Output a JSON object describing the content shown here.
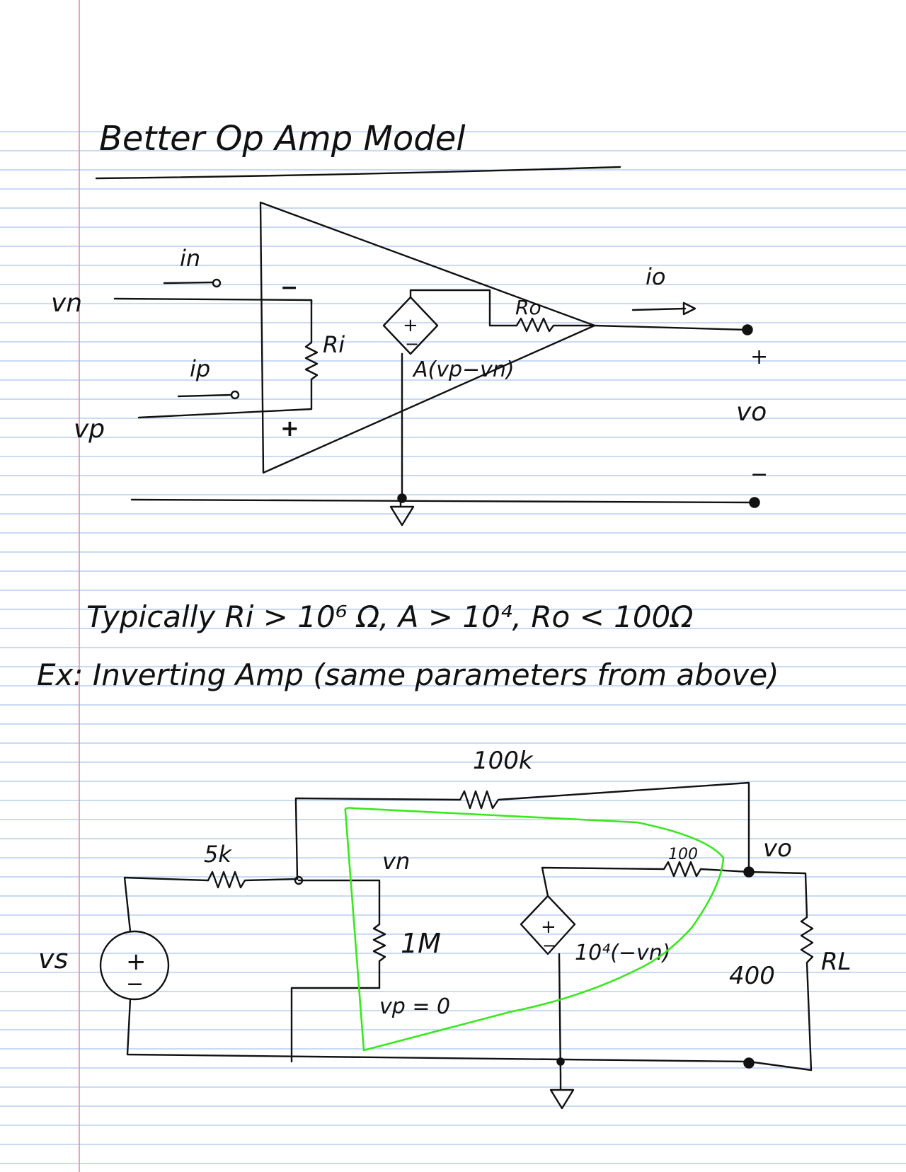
{
  "colors": {
    "paper": "#ffffff",
    "ruled_line": "#a8c4ee",
    "margin_line": "#e88aa4",
    "ink": "#111111",
    "highlight": "#39e81e"
  },
  "title": "Better Op Amp Model",
  "model_diagram": {
    "labels": {
      "vn": "vn",
      "vp": "vp",
      "in": "in",
      "ip": "ip",
      "minus_input": "−",
      "plus_input": "+",
      "ri": "Ri",
      "ro": "Ro",
      "source_plus": "+",
      "source_minus": "−",
      "gain_expr": "A(vp−vn)",
      "io": "io",
      "out_plus": "+",
      "vo": "vo",
      "out_minus": "−"
    }
  },
  "typical_line": "Typically  Ri  > 10⁶ Ω,  A > 10⁴,  Ro < 100Ω",
  "example_line": "Ex: Inverting Amp (same parameters from above)",
  "example_circuit": {
    "labels": {
      "r_feedback": "100k",
      "r_input": "5k",
      "vs": "vs",
      "vs_plus": "+",
      "vs_minus": "−",
      "vn": "vn",
      "r_in": "1M",
      "vp_eq": "vp = 0",
      "src_plus": "+",
      "src_minus": "−",
      "gain_expr": "10⁴(−vn)",
      "r_out": "100",
      "vo": "vo",
      "rl_value": "400",
      "rl": "RL"
    }
  }
}
